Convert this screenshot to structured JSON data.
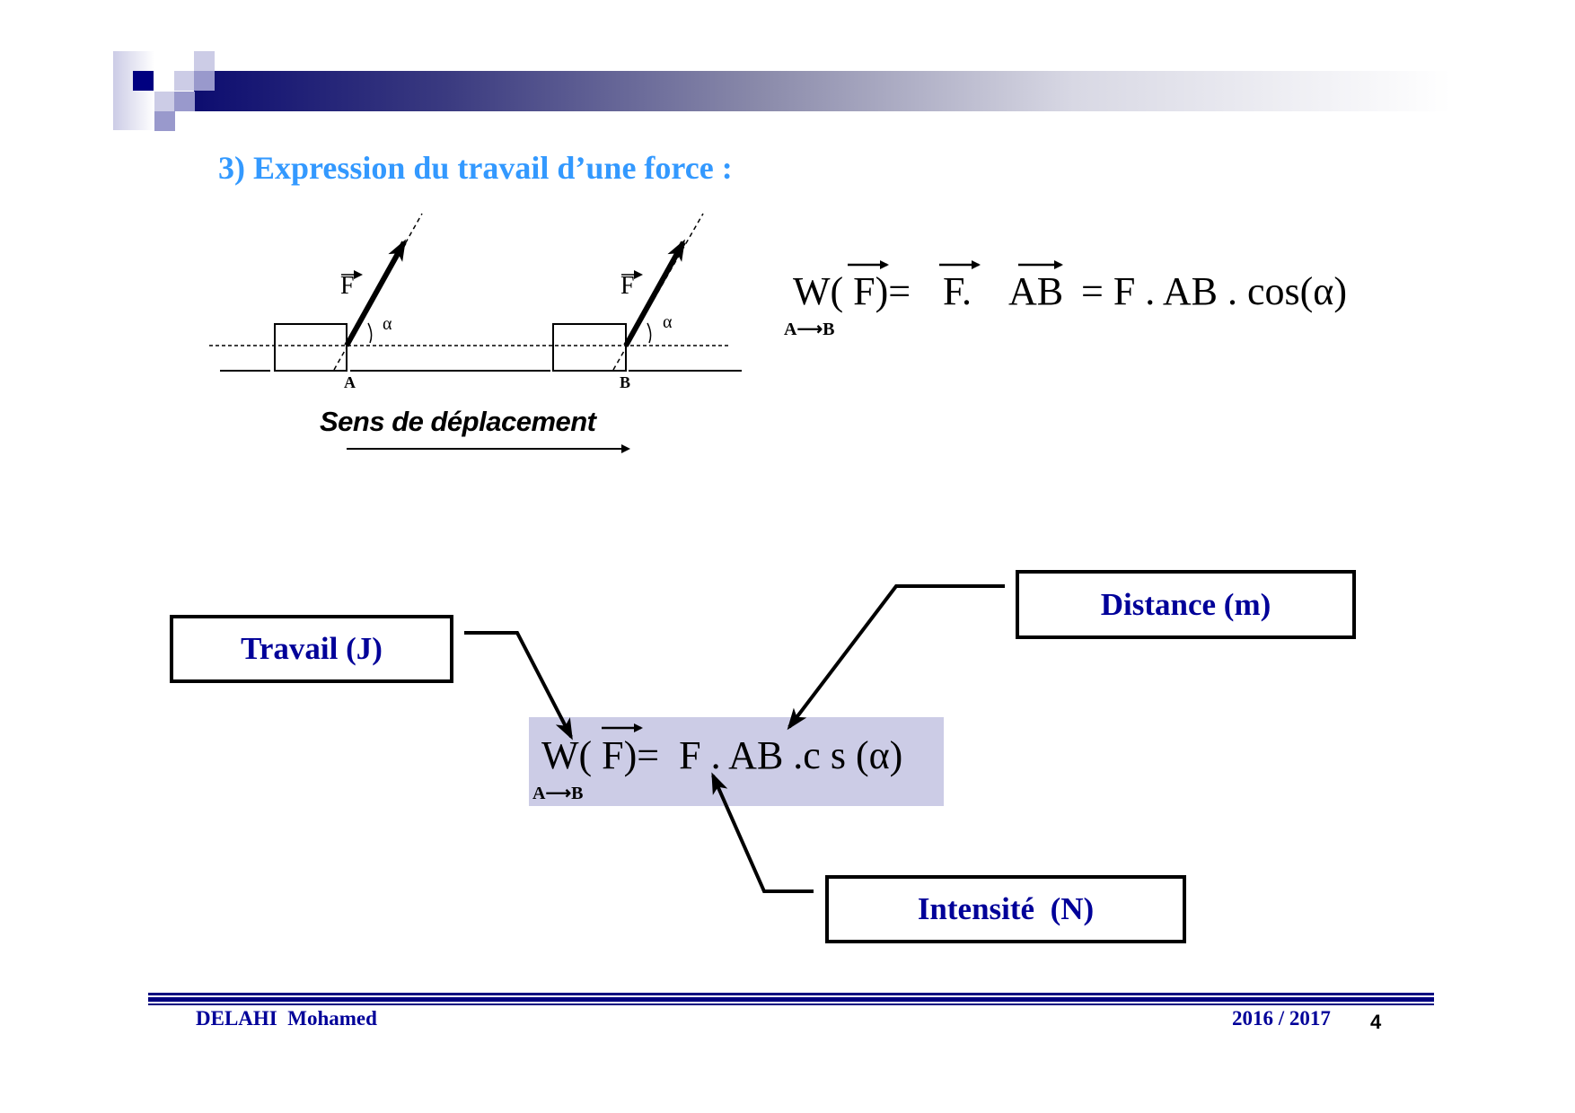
{
  "header": {
    "accent_dark": "#000080",
    "accent_light": "#ccccE6",
    "accent_medium": "#9999cc"
  },
  "section_title": "3) Expression du travail d’une force :",
  "diagram": {
    "force_label": "F",
    "angle_label": "α",
    "point_a": "A",
    "point_b": "B",
    "direction_label": "Sens de déplacement"
  },
  "formula_main": {
    "lhs": "W( F)=",
    "term1": "F.",
    "term2": "AB",
    "rhs": "= F . AB . cos(α)",
    "subscript": "A⟶B"
  },
  "formula_highlight": {
    "text": "W( F)=  F . AB .c s (α)",
    "subscript": "A⟶B"
  },
  "labels": {
    "work": "Travail (J)",
    "distance": "Distance (m)",
    "intensity": "Intensité  (N)"
  },
  "footer": {
    "author": "DELAHI  Mohamed",
    "year": "2016 / 2017",
    "page": "4"
  }
}
